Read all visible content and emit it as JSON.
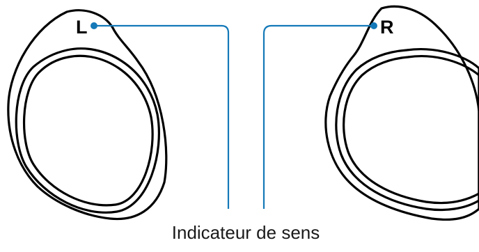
{
  "colors": {
    "outline": "#000000",
    "leader": "#1479b8",
    "text": "#1a1a1a"
  },
  "labels": {
    "left": "L",
    "right": "R",
    "caption": "Indicateur de sens"
  }
}
